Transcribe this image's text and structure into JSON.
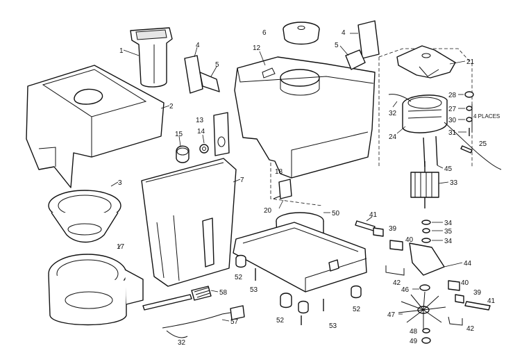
{
  "diagram": {
    "labels": {
      "l1": "1",
      "l2": "2",
      "l3": "3",
      "l4a": "4",
      "l4b": "4",
      "l5a": "5",
      "l5b": "5",
      "l6": "6",
      "l7": "7",
      "l12": "12",
      "l13": "13",
      "l14": "14",
      "l15": "15",
      "l17": "17",
      "l18": "18",
      "l20": "20",
      "l21": "21",
      "l24": "24",
      "l25": "25",
      "l27": "27",
      "l28": "28",
      "l30": "30",
      "l31": "31",
      "l32a": "32",
      "l32b": "32",
      "l33": "33",
      "l34a": "34",
      "l34b": "34",
      "l35": "35",
      "l39a": "39",
      "l39b": "39",
      "l40a": "40",
      "l40b": "40",
      "l41a": "41",
      "l41b": "41",
      "l42a": "42",
      "l42b": "42",
      "l44": "44",
      "l45": "45",
      "l46": "46",
      "l47": "47",
      "l48": "48",
      "l49": "49",
      "l50": "50",
      "l52a": "52",
      "l52b": "52",
      "l52c": "52",
      "l53a": "53",
      "l53b": "53",
      "l57": "57",
      "l58": "58",
      "places": "4 PLACES"
    }
  }
}
